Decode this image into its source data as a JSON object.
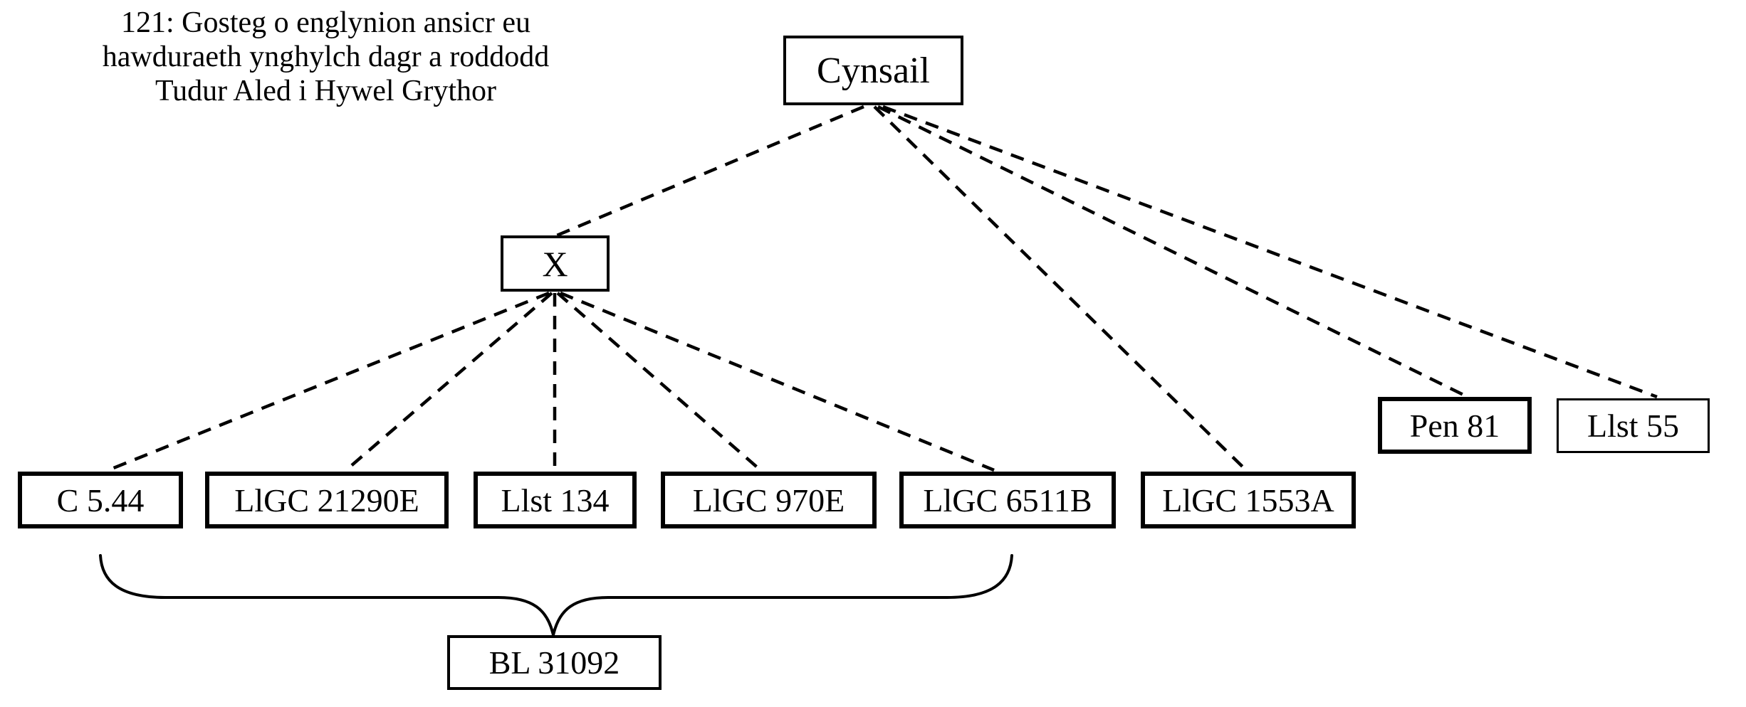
{
  "title": {
    "line1": "121: Gosteg o englynion ansicr eu",
    "line2": "hawduraeth ynghylch dagr a roddodd",
    "line3": "Tudur Aled i Hywel Grythor"
  },
  "nodes": {
    "cynsail": {
      "label": "Cynsail"
    },
    "x": {
      "label": "X"
    },
    "c544": {
      "label": "C 5.44"
    },
    "llgc21290e": {
      "label": "LlGC 21290E"
    },
    "llst134": {
      "label": "Llst 134"
    },
    "llgc970e": {
      "label": "LlGC 970E"
    },
    "llgc6511b": {
      "label": "LlGC 6511B"
    },
    "llgc1553a": {
      "label": "LlGC 1553A"
    },
    "pen81": {
      "label": "Pen 81"
    },
    "llst55": {
      "label": "Llst 55"
    },
    "bl31092": {
      "label": "BL 31092"
    }
  },
  "edges": [
    {
      "from": "Cynsail",
      "to": "X",
      "style": "dashed"
    },
    {
      "from": "Cynsail",
      "to": "LlGC 1553A",
      "style": "dashed"
    },
    {
      "from": "Cynsail",
      "to": "Pen 81",
      "style": "dashed"
    },
    {
      "from": "Cynsail",
      "to": "Llst 55",
      "style": "dashed"
    },
    {
      "from": "X",
      "to": "C 5.44",
      "style": "dashed"
    },
    {
      "from": "X",
      "to": "LlGC 21290E",
      "style": "dashed"
    },
    {
      "from": "X",
      "to": "Llst 134",
      "style": "dashed"
    },
    {
      "from": "X",
      "to": "LlGC 970E",
      "style": "dashed"
    },
    {
      "from": "X",
      "to": "LlGC 6511B",
      "style": "dashed"
    }
  ],
  "brace": {
    "groups": [
      "C 5.44",
      "LlGC 21290E",
      "Llst 134",
      "LlGC 970E",
      "LlGC 6511B"
    ],
    "points_to": "BL 31092"
  },
  "colors": {
    "ink": "#000000",
    "background": "#ffffff"
  }
}
